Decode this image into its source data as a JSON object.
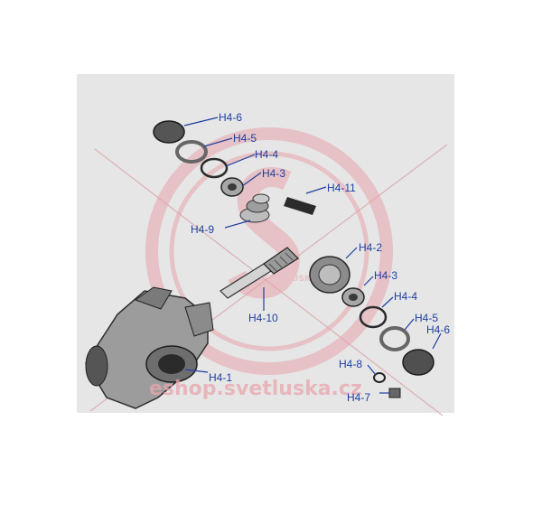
{
  "diagram": {
    "accent_color": "#1f3fa0",
    "watermark_color": "#e8a7ad",
    "watermark_text": "eshop.svetluska.cz",
    "watermark_logo_text": "SVETLUSKA",
    "labels": {
      "h4_6_top": "H4-6",
      "h4_5_top": "H4-5",
      "h4_4_top": "H4-4",
      "h4_3_top": "H4-3",
      "h4_11": "H4-11",
      "h4_9": "H4-9",
      "h4_2": "H4-2",
      "h4_3_mid": "H4-3",
      "h4_4_mid": "H4-4",
      "h4_5_mid": "H4-5",
      "h4_6_mid": "H4-6",
      "h4_10": "H4-10",
      "h4_8": "H4-8",
      "h4_1": "H4-1",
      "h4_7": "H4-7"
    }
  }
}
